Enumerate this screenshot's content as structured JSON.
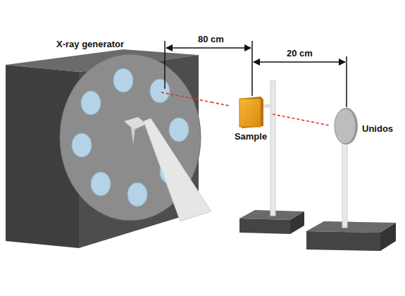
{
  "diagram": {
    "nodes": [
      {
        "text": [
          "X-ray generator"
        ]
      },
      {
        "text": [
          "Sample"
        ]
      },
      {
        "text": [
          "Unidos"
        ]
      }
    ],
    "edges": [
      {
        "from": 0,
        "to": 1,
        "arrow": "none"
      },
      {
        "from": 1,
        "to": 2,
        "arrow": "none"
      }
    ],
    "labels": [
      "80 cm",
      "20 cm"
    ]
  }
}
